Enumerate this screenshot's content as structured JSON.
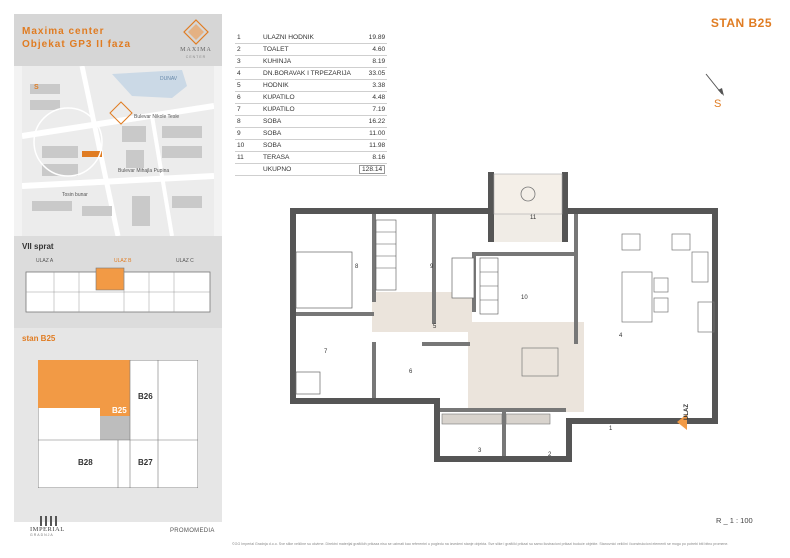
{
  "header": {
    "project_line1": "Maxima center",
    "project_line2": "Objekat GP3 II faza",
    "brand": "MAXIMA",
    "brand_sub": "CENTER"
  },
  "map": {
    "north": "S",
    "street1": "Bulevar Mihajla Pupina",
    "street2": "Tosin bunar",
    "street3": "Bulevar Nikole Tesle",
    "river": "DUNAV"
  },
  "floor_section": {
    "title": "VII sprat",
    "entrances": [
      "ULAZ A",
      "ULAZ B",
      "ULAZ C"
    ]
  },
  "apartment_section": {
    "title": "stan B25",
    "units": [
      "B25",
      "B26",
      "B28",
      "B27"
    ]
  },
  "page_title": "STAN B25",
  "rooms": [
    {
      "num": "1",
      "name": "ULAZNI HODNIK",
      "area": "19.89"
    },
    {
      "num": "2",
      "name": "TOALET",
      "area": "4.60"
    },
    {
      "num": "3",
      "name": "KUHINJA",
      "area": "8.19"
    },
    {
      "num": "4",
      "name": "DN.BORAVAK I TRPEZARIJA",
      "area": "33.05"
    },
    {
      "num": "5",
      "name": "HODNIK",
      "area": "3.38"
    },
    {
      "num": "6",
      "name": "KUPATILO",
      "area": "4.48"
    },
    {
      "num": "7",
      "name": "KUPATILO",
      "area": "7.19"
    },
    {
      "num": "8",
      "name": "SOBA",
      "area": "16.22"
    },
    {
      "num": "9",
      "name": "SOBA",
      "area": "11.00"
    },
    {
      "num": "10",
      "name": "SOBA",
      "area": "11.98"
    },
    {
      "num": "11",
      "name": "TERASA",
      "area": "8.16"
    }
  ],
  "total_label": "UKUPNO",
  "total_area": "128.14",
  "compass_label": "S",
  "entrance_label": "ULAZ",
  "plan_room_numbers": [
    "1",
    "2",
    "3",
    "4",
    "5",
    "6",
    "7",
    "8",
    "9",
    "10",
    "11"
  ],
  "scale": "R _ 1 : 100",
  "footer_logo": "IMPERIAL",
  "footer_logo_sub": "GRADNJA",
  "footer_partner": "PROMOMEDIA",
  "footer_note": "©GG Imperial Gradnja d.o.o. Sve slike veličine su okvirne. Direktni materijal grafičkih prikaza nisu se uzimati kao referentni u pogledu na izvedeni stanje objekta. Sve slike i grafički prikazi su samo ilustracioni prikazi buduće objekte. Stanovnici veličini i konstrukcioni elementi se mogu po potrebi biti bitno promene."
}
